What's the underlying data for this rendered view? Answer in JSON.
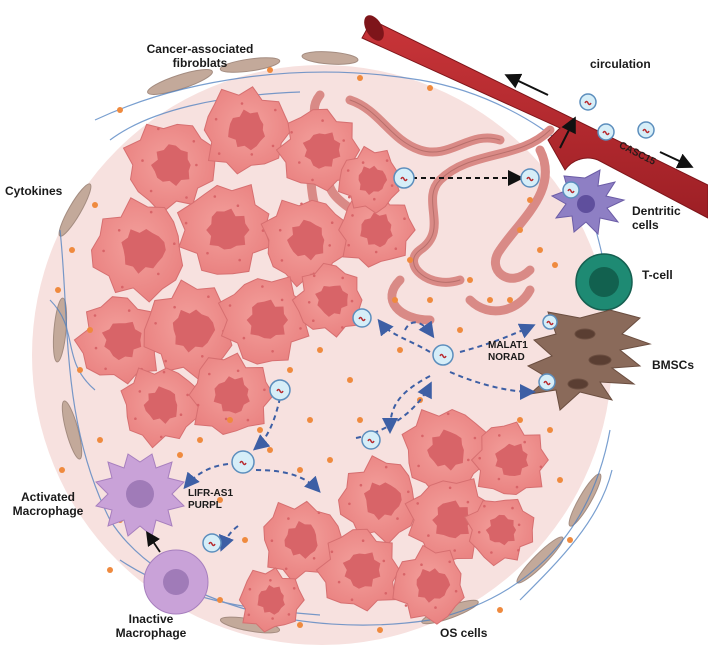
{
  "labels": {
    "caf_line1": "Cancer-associated",
    "caf_line2": "fibroblats",
    "circulation": "circulation",
    "casc15": "CASC15",
    "cytokines": "Cytokines",
    "dendritic_line1": "Dentritic",
    "dendritic_line2": "cells",
    "tcell": "T-cell",
    "malat1": "MALAT1",
    "norad": "NORAD",
    "bmscs": "BMSCs",
    "activated_line1": "Activated",
    "activated_line2": "Macrophage",
    "lifr": "LIFR-AS1",
    "purpl": "PURPL",
    "inactive_line1": "Inactive",
    "inactive_line2": "Macrophage",
    "os_cells": "OS cells"
  },
  "colors": {
    "background_circle": "#f7e1df",
    "tumor_cell": "#ee8d8c",
    "tumor_nucleus": "#d86468",
    "blood_vessel": "#b8282c",
    "capillary": "#d98a86",
    "exosome": "#d6eef8",
    "exosome_border": "#5c8ebd",
    "dendritic": "#8e7fc4",
    "tcell": "#1e8a73",
    "bmsc": "#8a6a5a",
    "macrophage": "#c9a2d8",
    "fibroblast": "#c3a99a",
    "cytokine_dot": "#ef8a3e",
    "fiber": "#4d7fc0",
    "arrow_dashed": "#3d5fa5"
  }
}
